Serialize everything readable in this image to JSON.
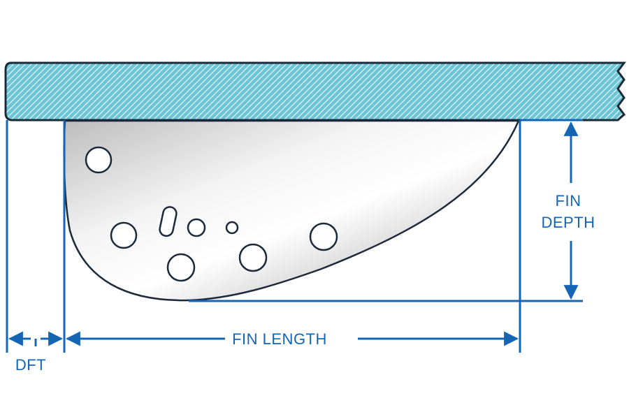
{
  "labels": {
    "fin_depth_line1": "FIN",
    "fin_depth_line2": "DEPTH",
    "fin_length": "FIN LENGTH",
    "dft": "DFT"
  },
  "colors": {
    "dimension_blue": "#1565b5",
    "board_fill": "#6cc6d6",
    "board_outline": "#1b2a3a",
    "fin_outline": "#1b2a3a",
    "fin_fill_light": "#f7f7f7",
    "fin_fill_dark": "#9c9c9c"
  }
}
